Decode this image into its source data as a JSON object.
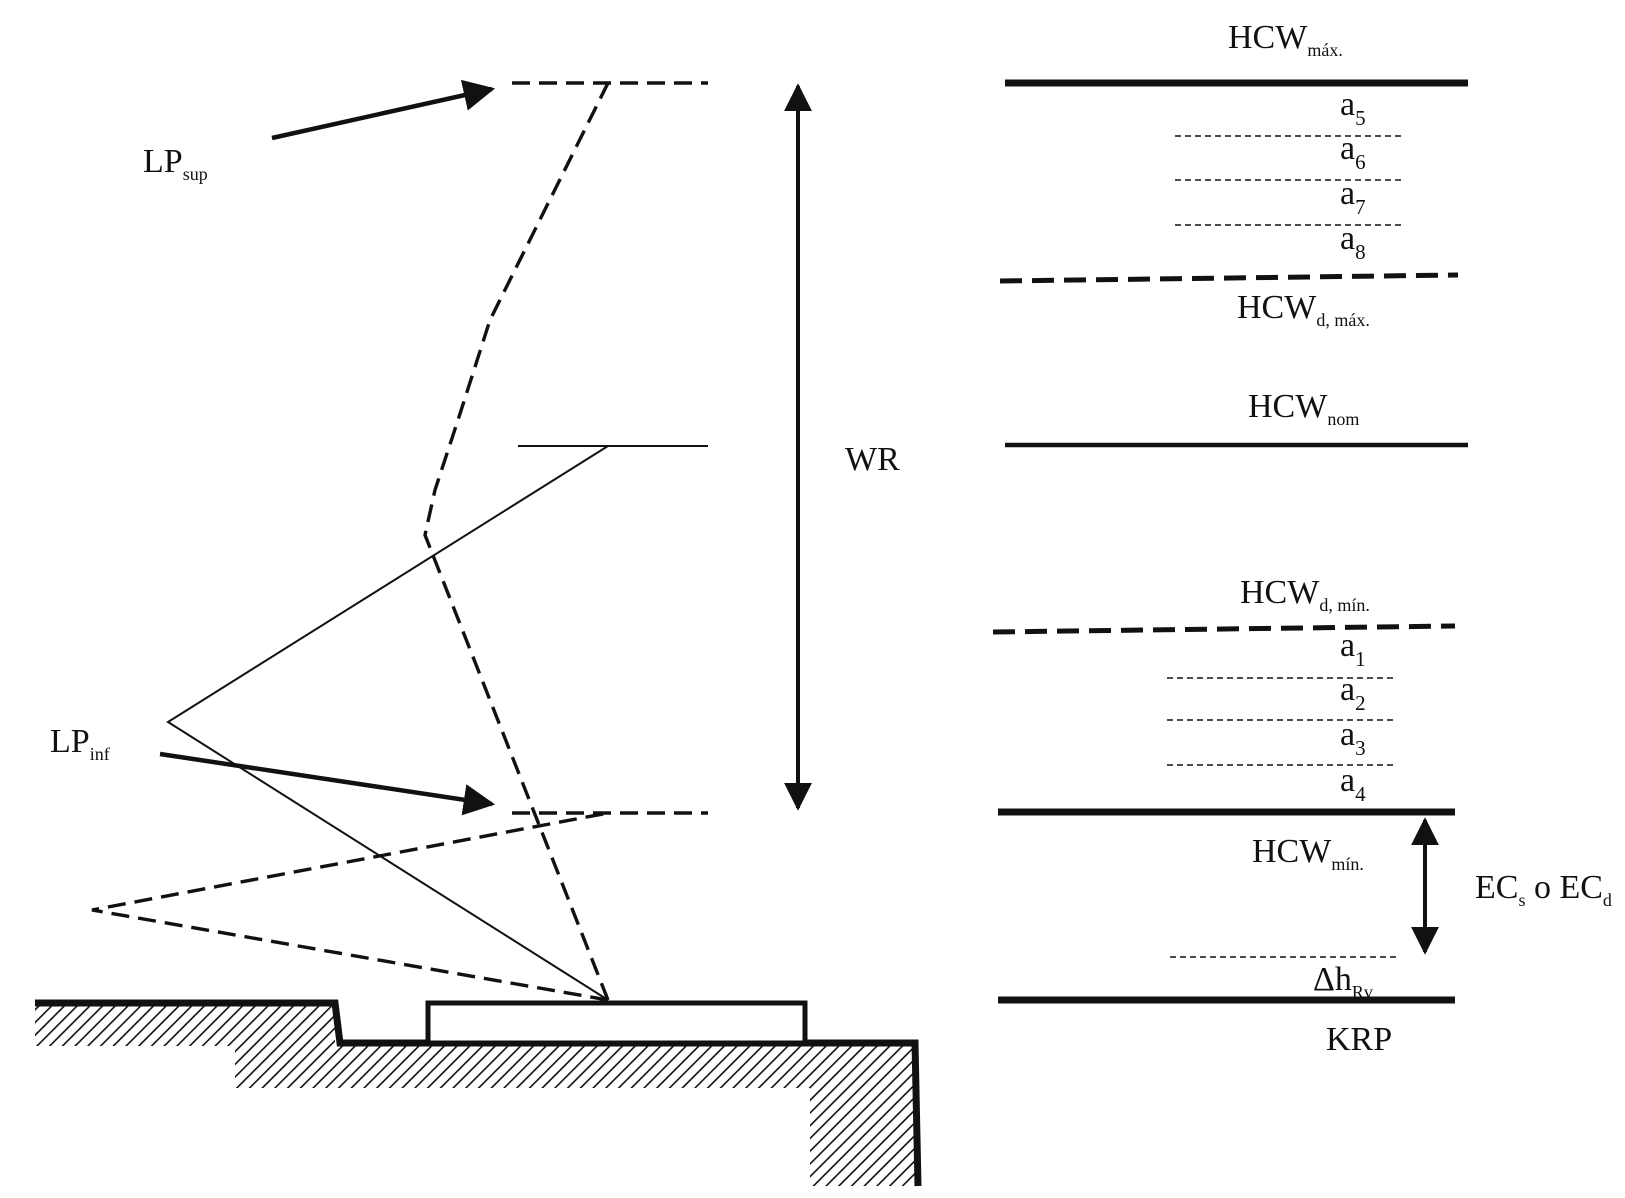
{
  "colors": {
    "ink": "#111111",
    "background": "#ffffff"
  },
  "labels": {
    "lp_sup": {
      "main": "LP",
      "sub": "sup"
    },
    "lp_inf": {
      "main": "LP",
      "sub": "inf"
    },
    "wr": "WR",
    "hcw_max": {
      "main": "HCW",
      "sub": "máx."
    },
    "hcw_d_max": {
      "main": "HCW",
      "sub": "d, máx."
    },
    "hcw_nom": {
      "main": "HCW",
      "sub": "nom"
    },
    "hcw_d_min": {
      "main": "HCW",
      "sub": "d, mín."
    },
    "hcw_min": {
      "main": "HCW",
      "sub": "mín."
    },
    "a5": {
      "main": "a",
      "sub": "5"
    },
    "a6": {
      "main": "a",
      "sub": "6"
    },
    "a7": {
      "main": "a",
      "sub": "7"
    },
    "a8": {
      "main": "a",
      "sub": "8"
    },
    "a1": {
      "main": "a",
      "sub": "1"
    },
    "a2": {
      "main": "a",
      "sub": "2"
    },
    "a3": {
      "main": "a",
      "sub": "3"
    },
    "a4": {
      "main": "a",
      "sub": "4"
    },
    "ec": {
      "main1": "EC",
      "sub1": "s",
      "mid": " o EC",
      "sub2": "d"
    },
    "delta_h": {
      "main": "Δh",
      "sub": "Rv"
    },
    "krp": "KRP"
  }
}
